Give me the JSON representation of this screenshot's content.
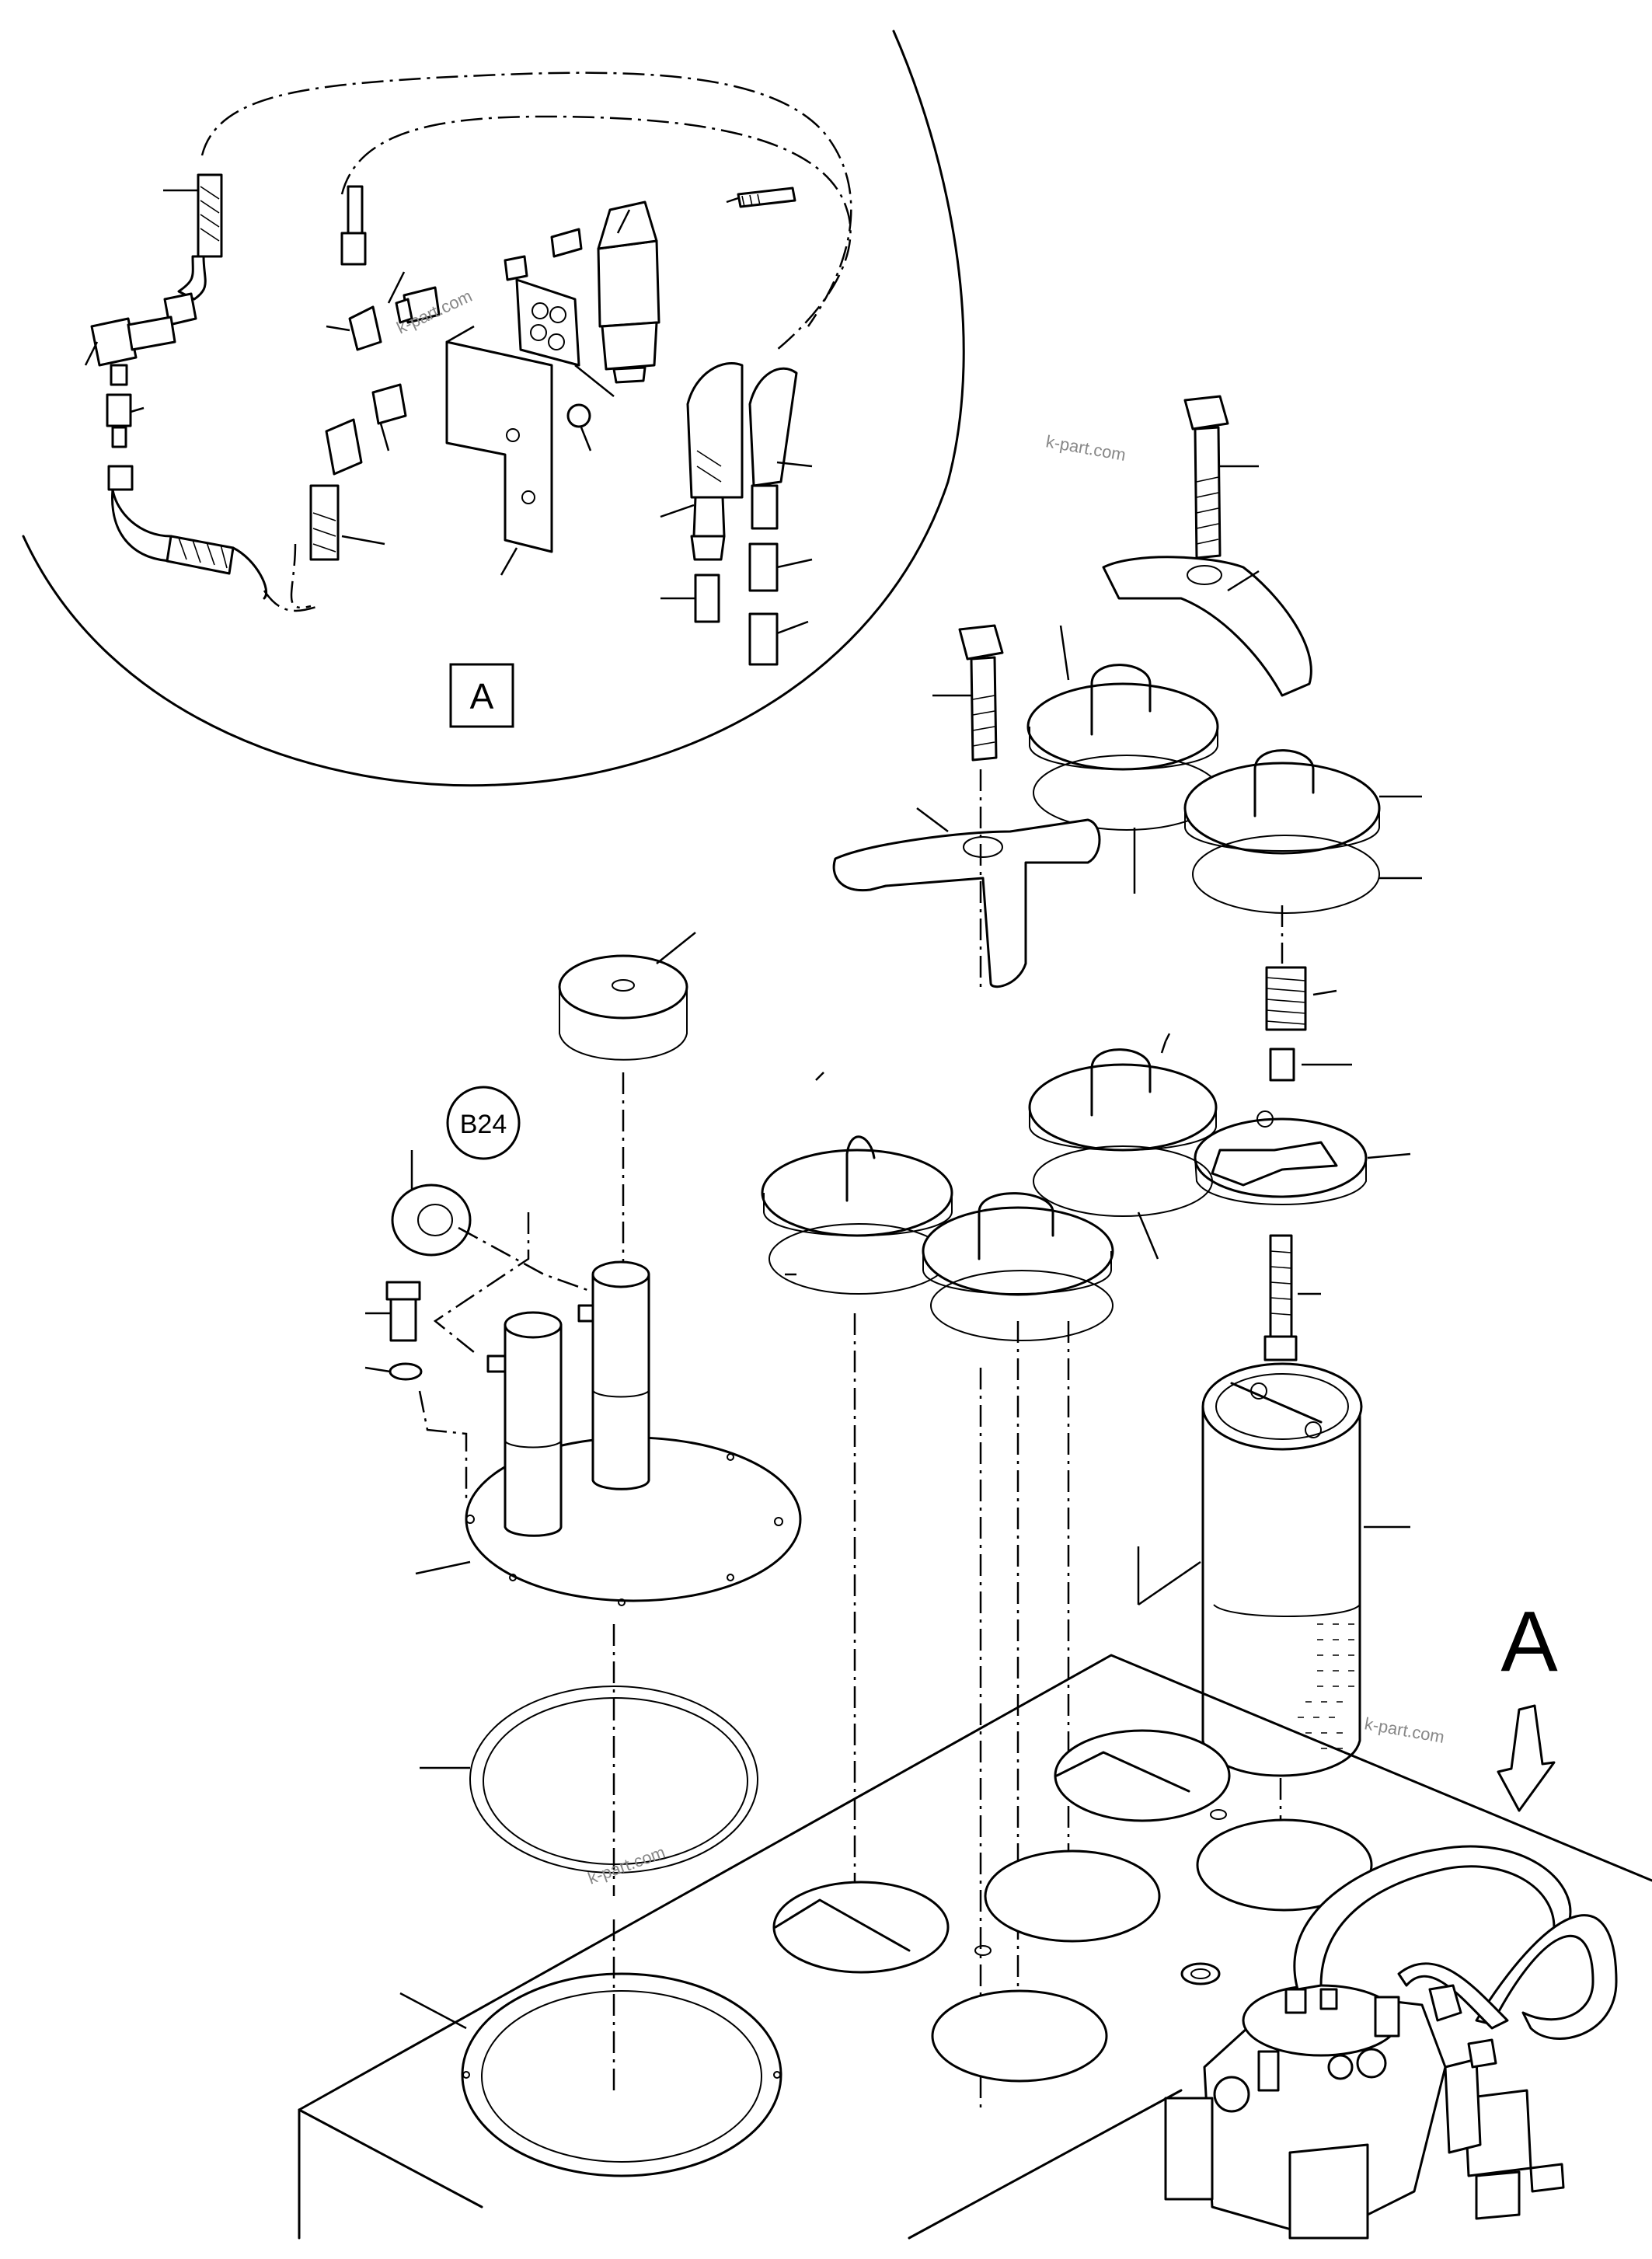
{
  "labels": {
    "detail_box": "A",
    "detail_arrow": "A",
    "ref_circle": "B24"
  },
  "watermarks": [
    "k-part.com",
    "k-part.com",
    "k-part.com",
    "k-part.com"
  ],
  "colors": {
    "line": "#000000",
    "background": "#ffffff",
    "watermark": "#888888"
  }
}
